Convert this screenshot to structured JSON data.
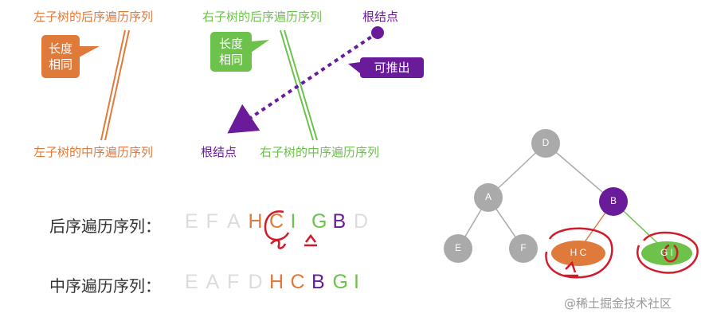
{
  "colors": {
    "left": "#e07a3a",
    "right": "#6cc24a",
    "root": "#6a1b9a",
    "faded": "#dcdcdc",
    "node_gray": "#aaaaaa",
    "ink": "#d11a2a"
  },
  "captions": {
    "left_postorder": "左子树的后序遍历序列",
    "right_postorder": "右子树的后序遍历序列",
    "root_top": "根结点",
    "left_inorder": "左子树的中序遍历序列",
    "root_bottom": "根结点",
    "right_inorder": "右子树的中序遍历序列"
  },
  "callouts": {
    "left_length": [
      "长度",
      "相同"
    ],
    "right_length": [
      "长度",
      "相同"
    ],
    "derivable": "可推出"
  },
  "postorder": {
    "label": "后序遍历序列：",
    "letters": [
      "E",
      "F",
      "A",
      "H",
      "C",
      "I",
      "G",
      "B",
      "D"
    ],
    "roles": [
      "faded",
      "faded",
      "faded",
      "left",
      "left",
      "right",
      "right",
      "root",
      "faded"
    ]
  },
  "inorder": {
    "label": "中序遍历序列：",
    "letters": [
      "E",
      "A",
      "F",
      "D",
      "H",
      "C",
      "B",
      "G",
      "I"
    ],
    "roles": [
      "faded",
      "faded",
      "faded",
      "faded",
      "left",
      "left",
      "root",
      "right",
      "right"
    ]
  },
  "tree": {
    "nodes": {
      "D": "D",
      "A": "A",
      "B": "B",
      "E": "E",
      "F": "F",
      "HC": "H C",
      "GI": "G I"
    }
  },
  "watermark": "@稀土掘金技术社区"
}
